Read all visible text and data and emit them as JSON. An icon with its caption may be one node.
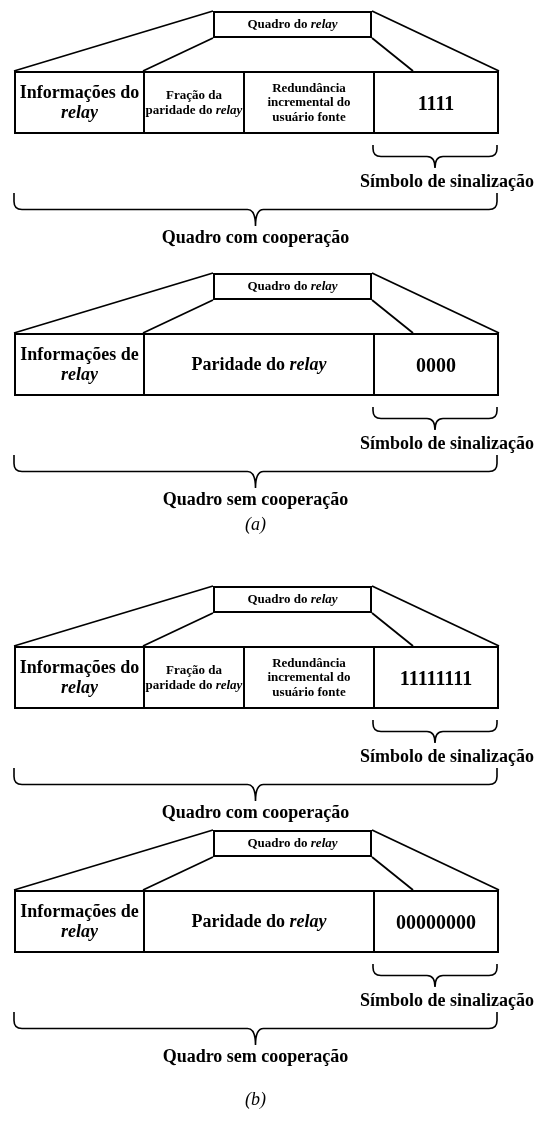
{
  "diagram": {
    "nodes": [
      {
        "text": [
          "Quadro do *relay*"
        ]
      },
      {
        "text": [
          "Informações do *relay*"
        ]
      },
      {
        "text": [
          "Fração da paridade do *relay*"
        ]
      },
      {
        "text": [
          "Redundância incremental do usuário fonte"
        ]
      },
      {
        "text": [
          "1111"
        ]
      },
      {
        "text": [
          "Quadro do *relay*"
        ]
      },
      {
        "text": [
          "Informações de *relay*"
        ]
      },
      {
        "text": [
          "Paridade do *relay*"
        ]
      },
      {
        "text": [
          "0000"
        ]
      },
      {
        "text": [
          "Quadro do *relay*"
        ]
      },
      {
        "text": [
          "Informações do *relay*"
        ]
      },
      {
        "text": [
          "Fração da paridade do *relay*"
        ]
      },
      {
        "text": [
          "Redundância incremental do usuário fonte"
        ]
      },
      {
        "text": [
          "11111111"
        ]
      },
      {
        "text": [
          "Quadro do *relay*"
        ]
      },
      {
        "text": [
          "Informações de *relay*"
        ]
      },
      {
        "text": [
          "Paridade do *relay*"
        ]
      },
      {
        "text": [
          "00000000"
        ]
      }
    ],
    "edges": [
      {
        "from": 0,
        "to": 1,
        "arrow": "none"
      },
      {
        "from": 0,
        "to": 2,
        "arrow": "none"
      },
      {
        "from": 0,
        "to": 4,
        "arrow": "none"
      },
      {
        "from": 0,
        "to": 4,
        "arrow": "none"
      },
      {
        "from": 5,
        "to": 6,
        "arrow": "none"
      },
      {
        "from": 5,
        "to": 7,
        "arrow": "none"
      },
      {
        "from": 5,
        "to": 8,
        "arrow": "none"
      },
      {
        "from": 5,
        "to": 8,
        "arrow": "none"
      },
      {
        "from": 9,
        "to": 10,
        "arrow": "none"
      },
      {
        "from": 9,
        "to": 11,
        "arrow": "none"
      },
      {
        "from": 9,
        "to": 13,
        "arrow": "none"
      },
      {
        "from": 9,
        "to": 13,
        "arrow": "none"
      },
      {
        "from": 14,
        "to": 15,
        "arrow": "none"
      },
      {
        "from": 14,
        "to": 16,
        "arrow": "none"
      },
      {
        "from": 14,
        "to": 17,
        "arrow": "none"
      },
      {
        "from": 14,
        "to": 17,
        "arrow": "none"
      }
    ],
    "labels": [
      "Símbolo de sinalização",
      "Quadro com cooperação",
      "Símbolo de sinalização",
      "Quadro sem cooperação",
      "(a)",
      "Símbolo de sinalização",
      "Quadro com cooperação",
      "Símbolo de sinalização",
      "Quadro sem cooperação",
      "(b)"
    ]
  }
}
